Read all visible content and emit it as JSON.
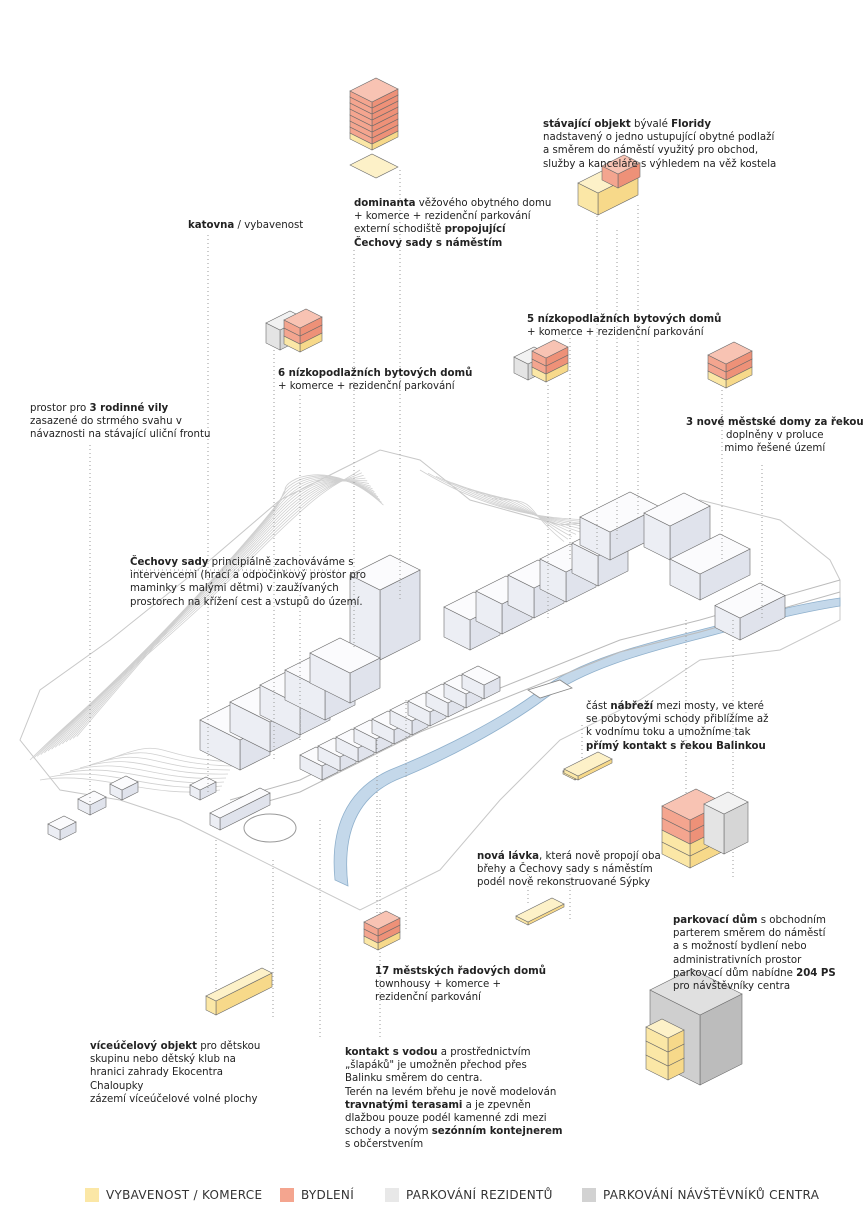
{
  "colors": {
    "vybavenost": "#fbe7a6",
    "bydleni": "#f4a58f",
    "parkovani_rezidentu": "#e8e8e8",
    "parkovani_navstevniku": "#d2d2d2",
    "river": "#c4d8ea",
    "line": "#888888"
  },
  "notes": {
    "katovna": [
      [
        {
          "t": "katovna",
          "b": true
        },
        {
          "t": " / vybavenost"
        }
      ]
    ],
    "vily": [
      [
        {
          "t": "prostor pro "
        },
        {
          "t": "3 rodinné vily",
          "b": true
        }
      ],
      [
        {
          "t": "zasazené do strmého svahu v"
        }
      ],
      [
        {
          "t": "návaznosti na stávající uliční frontu"
        }
      ]
    ],
    "dominanta": [
      [
        {
          "t": "dominanta",
          "b": true
        },
        {
          "t": " věžového obytného domu"
        }
      ],
      [
        {
          "t": "+ komerce + rezidenční parkování"
        }
      ],
      [
        {
          "t": "externí schodiště "
        },
        {
          "t": "propojující",
          "b": true
        }
      ],
      [
        {
          "t": "Čechovy sady s náměstím",
          "b": true
        }
      ]
    ],
    "floridy": [
      [
        {
          "t": "stávající objekt",
          "b": true
        },
        {
          "t": " bývalé "
        },
        {
          "t": "Floridy",
          "b": true
        }
      ],
      [
        {
          "t": "nadstavený o jedno ustupující obytné podlaží"
        }
      ],
      [
        {
          "t": "a směrem do náměstí využitý pro obchod,"
        }
      ],
      [
        {
          "t": "služby a kanceláře s výhledem na věž kostela"
        }
      ]
    ],
    "domu6": [
      [
        {
          "t": "6 nízkopodlažních bytových domů",
          "b": true
        }
      ],
      [
        {
          "t": "+ komerce + rezidenční parkování"
        }
      ]
    ],
    "domu5": [
      [
        {
          "t": "5 nízkopodlažních bytových domů",
          "b": true
        }
      ],
      [
        {
          "t": "+ komerce + rezidenční parkování"
        }
      ]
    ],
    "domy3": [
      [
        {
          "t": "3 nové městské domy za řekou",
          "b": true
        }
      ],
      [
        {
          "t": "doplněny v proluce"
        }
      ],
      [
        {
          "t": "mimo řešené území"
        }
      ]
    ],
    "sady": [
      [
        {
          "t": "Čechovy sady",
          "b": true
        },
        {
          "t": " principiálně zachováváme s"
        }
      ],
      [
        {
          "t": "intervencemi (hrací a odpočinkový prostor pro"
        }
      ],
      [
        {
          "t": "maminky s malými dětmi) v zaužívaných"
        }
      ],
      [
        {
          "t": "prostorech na křížení cest a vstupů do území."
        }
      ]
    ],
    "nabrezi": [
      [
        {
          "t": "část "
        },
        {
          "t": "nábřeží",
          "b": true
        },
        {
          "t": " mezi mosty, ve které"
        }
      ],
      [
        {
          "t": "se pobytovými schody přiblížíme až"
        }
      ],
      [
        {
          "t": "k vodnímu toku a umožníme tak"
        }
      ],
      [
        {
          "t": "přímý kontakt s řekou Balinkou",
          "b": true
        }
      ]
    ],
    "lavka": [
      [
        {
          "t": "nová lávka",
          "b": true
        },
        {
          "t": ", která nově propojí oba"
        }
      ],
      [
        {
          "t": "břehy a Čechovy sady s náměstím"
        }
      ],
      [
        {
          "t": "podél nově rekonstruované Sýpky"
        }
      ]
    ],
    "parkovaci": [
      [
        {
          "t": "parkovací dům",
          "b": true
        },
        {
          "t": " s obchodním"
        }
      ],
      [
        {
          "t": "parterem směrem do náměstí"
        }
      ],
      [
        {
          "t": "a s možností bydlení nebo"
        }
      ],
      [
        {
          "t": "administrativních prostor"
        }
      ],
      [
        {
          "t": "parkovací dům nabídne "
        },
        {
          "t": "204 PS",
          "b": true
        }
      ],
      [
        {
          "t": "pro návštěvníky centra"
        }
      ]
    ],
    "radove": [
      [
        {
          "t": "17 městských řadových domů",
          "b": true
        }
      ],
      [
        {
          "t": "townhousy + komerce +"
        }
      ],
      [
        {
          "t": "rezidenční parkování"
        }
      ]
    ],
    "viceucelovy": [
      [
        {
          "t": "víceúčelový objekt",
          "b": true
        },
        {
          "t": " pro dětskou"
        }
      ],
      [
        {
          "t": "skupinu nebo dětský klub na"
        }
      ],
      [
        {
          "t": "hranici zahrady Ekocentra"
        }
      ],
      [
        {
          "t": "Chaloupky"
        }
      ],
      [
        {
          "t": "zázemí víceúčelové volné plochy"
        }
      ]
    ],
    "kontakt": [
      [
        {
          "t": "kontakt s vodou",
          "b": true
        },
        {
          "t": " a prostřednictvím"
        }
      ],
      [
        {
          "t": "„šlapáků\" je umožněn přechod přes"
        }
      ],
      [
        {
          "t": "Balinku směrem do centra."
        }
      ],
      [
        {
          "t": "Terén na levém břehu je nově modelován"
        }
      ],
      [
        {
          "t": "travnatými terasami",
          "b": true
        },
        {
          "t": " a je zpevněn"
        }
      ],
      [
        {
          "t": "dlažbou pouze podél kamenné zdi mezi"
        }
      ],
      [
        {
          "t": "schody a novým "
        },
        {
          "t": "sezónním kontejnerem",
          "b": true
        }
      ],
      [
        {
          "t": "s občerstvením"
        }
      ]
    ]
  },
  "legend": [
    {
      "label": "VYBAVENOST / KOMERCE",
      "color": "#fbe7a6"
    },
    {
      "label": "BYDLENÍ",
      "color": "#f4a58f"
    },
    {
      "label": "PARKOVÁNÍ REZIDENTŮ",
      "color": "#e8e8e8"
    },
    {
      "label": "PARKOVÁNÍ NÁVŠTĚVNÍKŮ CENTRA",
      "color": "#d2d2d2"
    }
  ]
}
